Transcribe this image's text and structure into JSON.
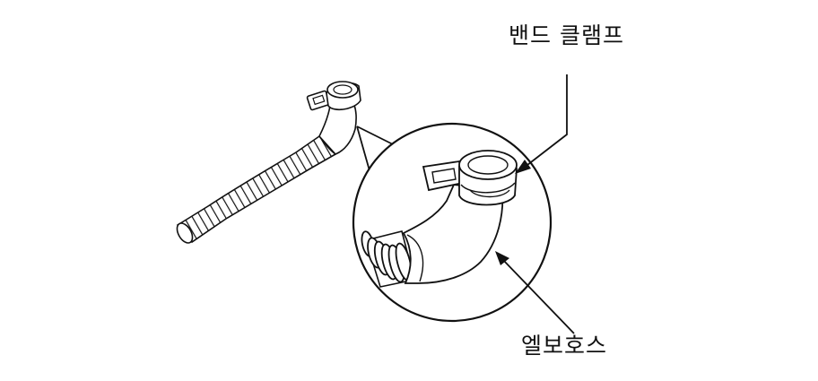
{
  "labels": {
    "band_clamp": "밴드 클램프",
    "elbow_hose": "엘보호스"
  },
  "colors": {
    "line": "#111111",
    "fill": "#ffffff",
    "background": "#ffffff"
  },
  "icons": {
    "hose_overview": "corrugated-hose-with-elbow",
    "magnified_detail": "elbow-hose-and-band-clamp-closeup"
  }
}
